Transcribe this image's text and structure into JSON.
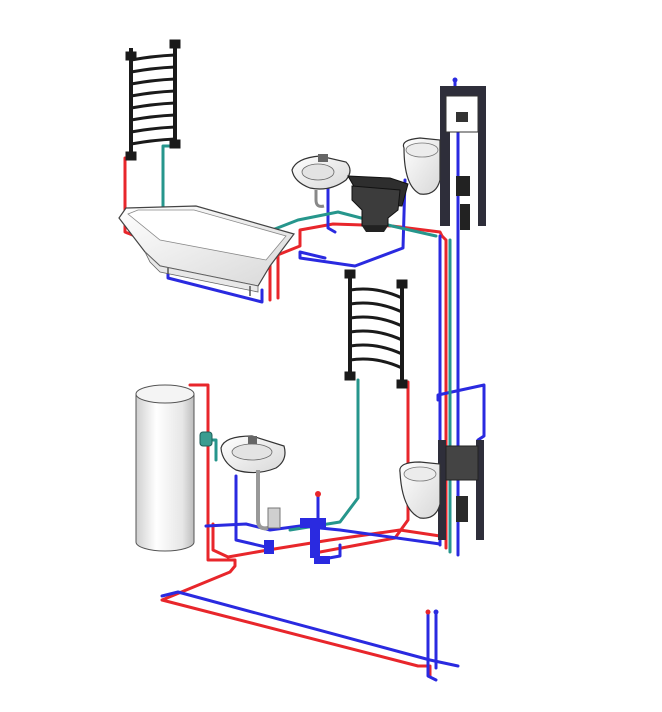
{
  "colors": {
    "hot_water": "#e8262b",
    "cold_water": "#2a2ae0",
    "return_water": "#26968c",
    "fixture_outline": "#222222",
    "fixture_fill": "#f2f2f2",
    "radiator": "#1a1a1a",
    "install_frame": "#3a3a4a"
  },
  "fixtures": [
    {
      "id": "towel-radiator-upper",
      "icon": "towel-radiator-icon"
    },
    {
      "id": "towel-radiator-lower",
      "icon": "towel-radiator-icon"
    },
    {
      "id": "bathtub",
      "icon": "bathtub-icon"
    },
    {
      "id": "washbasin-upper",
      "icon": "washbasin-icon"
    },
    {
      "id": "washbasin-lower",
      "icon": "washbasin-icon"
    },
    {
      "id": "floor-toilet",
      "icon": "toilet-icon"
    },
    {
      "id": "wall-toilet-upper",
      "icon": "wall-hung-toilet-icon"
    },
    {
      "id": "wall-toilet-lower",
      "icon": "wall-hung-toilet-icon"
    },
    {
      "id": "water-heater",
      "icon": "water-heater-tank-icon"
    }
  ]
}
